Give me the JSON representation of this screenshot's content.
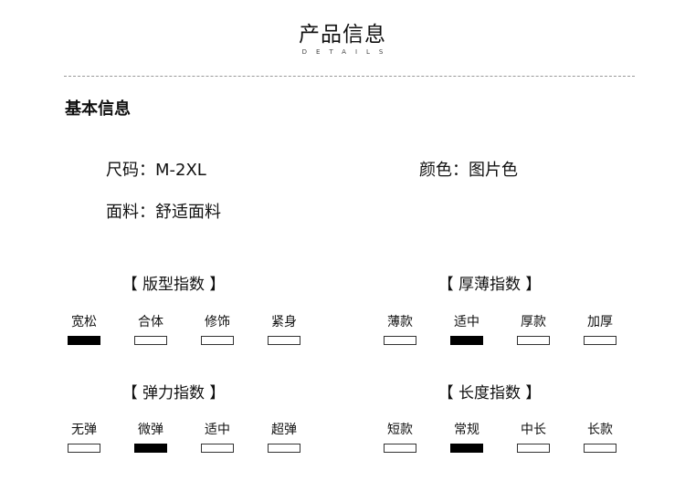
{
  "header": {
    "title": "产品信息",
    "subtitle": "DETAILS"
  },
  "basic": {
    "heading": "基本信息",
    "size": "尺码：M-2XL",
    "color": "颜色：图片色",
    "fabric": "面料：舒适面料"
  },
  "indices": [
    {
      "title": "【 版型指数 】",
      "options": [
        "宽松",
        "合体",
        "修饰",
        "紧身"
      ],
      "selected": 0
    },
    {
      "title": "【 厚薄指数 】",
      "options": [
        "薄款",
        "适中",
        "厚款",
        "加厚"
      ],
      "selected": 1
    },
    {
      "title": "【 弹力指数 】",
      "options": [
        "无弹",
        "微弹",
        "适中",
        "超弹"
      ],
      "selected": 1
    },
    {
      "title": "【 长度指数 】",
      "options": [
        "短款",
        "常规",
        "中长",
        "长款"
      ],
      "selected": 1
    }
  ]
}
